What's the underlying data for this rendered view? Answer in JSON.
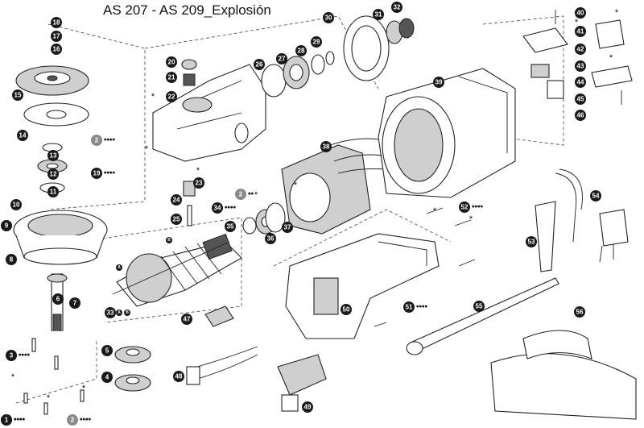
{
  "title": "AS 207 - AS 209_Explosión",
  "callouts": [
    {
      "n": "18",
      "s": ""
    },
    {
      "n": "17",
      "s": ""
    },
    {
      "n": "16",
      "s": ""
    },
    {
      "n": "1",
      "s": "••••"
    },
    {
      "n": "15",
      "s": ""
    },
    {
      "n": "14",
      "s": ""
    },
    {
      "n": "13",
      "s": ""
    },
    {
      "n": "12",
      "s": ""
    },
    {
      "n": "11",
      "s": ""
    },
    {
      "n": "10",
      "s": ""
    },
    {
      "n": "9",
      "s": ""
    },
    {
      "n": "8",
      "s": ""
    },
    {
      "n": "6",
      "s": ""
    },
    {
      "n": "7",
      "s": ""
    },
    {
      "n": "3",
      "s": "••••"
    },
    {
      "n": "1",
      "s": "••••"
    },
    {
      "n": "2",
      "s": "••••"
    },
    {
      "n": "5",
      "s": ""
    },
    {
      "n": "4",
      "s": ""
    },
    {
      "n": "20",
      "s": ""
    },
    {
      "n": "21",
      "s": ""
    },
    {
      "n": "22",
      "s": ""
    },
    {
      "n": "2",
      "s": "••••"
    },
    {
      "n": "19",
      "s": "••••"
    },
    {
      "n": "26",
      "s": ""
    },
    {
      "n": "27",
      "s": ""
    },
    {
      "n": "28",
      "s": ""
    },
    {
      "n": "29",
      "s": ""
    },
    {
      "n": "30",
      "s": ""
    },
    {
      "n": "31",
      "s": ""
    },
    {
      "n": "32",
      "s": ""
    },
    {
      "n": "39",
      "s": ""
    },
    {
      "n": "38",
      "s": ""
    },
    {
      "n": "24",
      "s": ""
    },
    {
      "n": "23",
      "s": ""
    },
    {
      "n": "25",
      "s": ""
    },
    {
      "n": "2",
      "s": "••"
    },
    {
      "n": "34",
      "s": "••••"
    },
    {
      "n": "35",
      "s": ""
    },
    {
      "n": "36",
      "s": ""
    },
    {
      "n": "37",
      "s": ""
    },
    {
      "n": "33",
      "s": ""
    },
    {
      "n": "47",
      "s": ""
    },
    {
      "n": "48",
      "s": ""
    },
    {
      "n": "49",
      "s": ""
    },
    {
      "n": "50",
      "s": ""
    },
    {
      "n": "51",
      "s": "••••"
    },
    {
      "n": "52",
      "s": "••••"
    },
    {
      "n": "53",
      "s": ""
    },
    {
      "n": "54",
      "s": ""
    },
    {
      "n": "55",
      "s": ""
    },
    {
      "n": "56",
      "s": ""
    },
    {
      "n": "40",
      "s": ""
    },
    {
      "n": "41",
      "s": ""
    },
    {
      "n": "42",
      "s": ""
    },
    {
      "n": "43",
      "s": ""
    },
    {
      "n": "44",
      "s": ""
    },
    {
      "n": "45",
      "s": ""
    },
    {
      "n": "46",
      "s": ""
    }
  ],
  "small_tags": [
    "A",
    "B",
    "A",
    "B"
  ],
  "star": "*"
}
